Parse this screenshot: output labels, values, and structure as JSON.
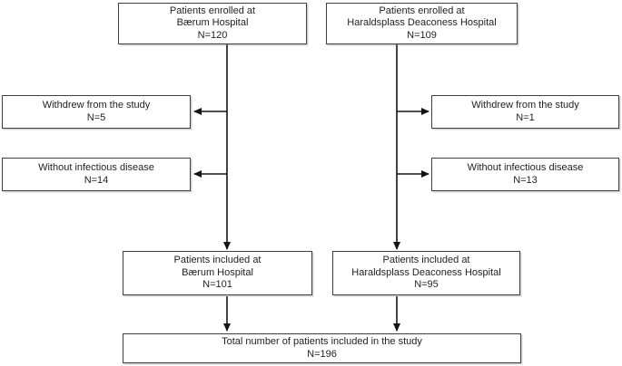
{
  "figure": {
    "type": "flow-diagram",
    "description": "Patient enrollment flow chart",
    "colors": {
      "background": "#ffffff",
      "box_border": "#3f3f3f",
      "text": "#1f1f1f",
      "arrow": "#141414"
    },
    "boxes": {
      "enrolled_baerum": {
        "lines": [
          "Patients enrolled at",
          "Bærum Hospital",
          "N=120"
        ]
      },
      "enrolled_haraldsplass": {
        "lines": [
          "Patients enrolled at",
          "Haraldsplass Deaconess Hospital",
          "N=109"
        ]
      },
      "withdrew_baerum": {
        "lines": [
          "Withdrew from the study",
          "N=5"
        ]
      },
      "without_infectious_baerum": {
        "lines": [
          "Without infectious disease",
          "N=14"
        ]
      },
      "withdrew_haraldsplass": {
        "lines": [
          "Withdrew from the study",
          "N=1"
        ]
      },
      "without_infectious_haraldsplass": {
        "lines": [
          "Without infectious disease",
          "N=13"
        ]
      },
      "included_baerum": {
        "lines": [
          "Patients included at",
          "Bærum Hospital",
          "N=101"
        ]
      },
      "included_haraldsplass": {
        "lines": [
          "Patients included at",
          "Haraldsplass Deaconess Hospital",
          "N=95"
        ]
      },
      "total_included": {
        "lines": [
          "Total number of patients included in the study",
          "N=196"
        ]
      }
    }
  }
}
